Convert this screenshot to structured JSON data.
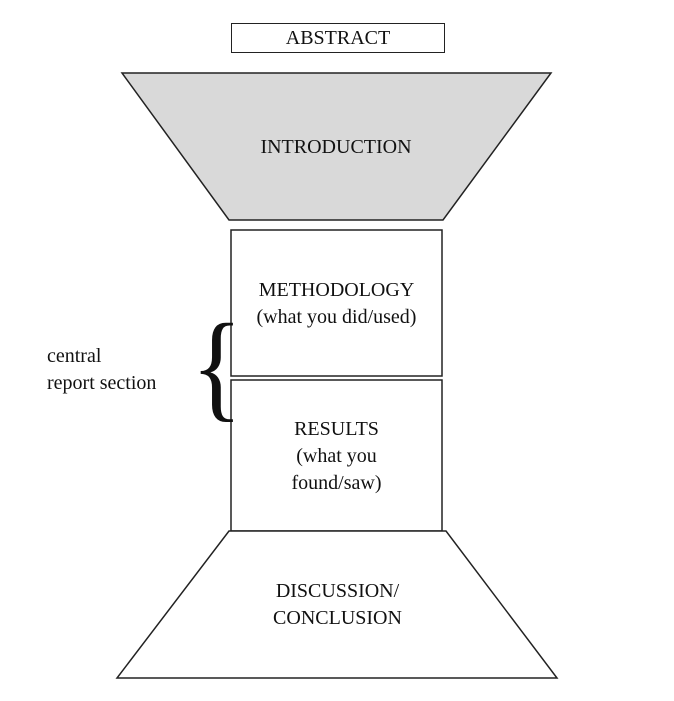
{
  "colors": {
    "intro_fill": "#d9d9d9",
    "stroke": "#222222",
    "background": "#ffffff"
  },
  "sections": {
    "abstract": "ABSTRACT",
    "introduction": "INTRODUCTION",
    "methodology": {
      "title": "METHODOLOGY",
      "subtitle": "(what you did/used)"
    },
    "results": {
      "title": "RESULTS",
      "subtitle_line1": "(what you",
      "subtitle_line2": "found/saw)"
    },
    "discussion": {
      "line1": "DISCUSSION/",
      "line2": "CONCLUSION"
    }
  },
  "annotation": {
    "line1": "central",
    "line2": "report section",
    "brace_icon": "left-curly-brace"
  }
}
